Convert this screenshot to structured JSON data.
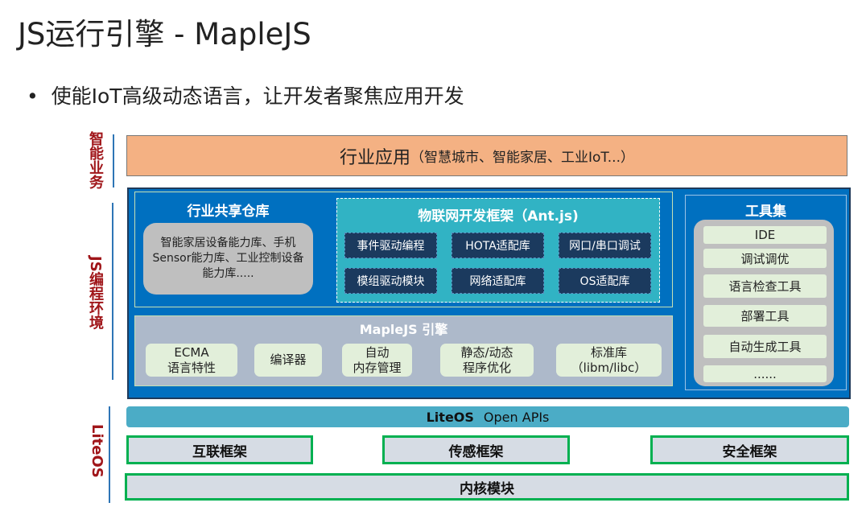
{
  "title": "JS运行引擎 - MapleJS",
  "bullet": "使能IoT高级动态语言，让开发者聚焦应用开发",
  "side_labels": {
    "business": "智能业务",
    "js_env": "JS编程环境",
    "liteos": "LiteOS"
  },
  "app_layer": {
    "main": "行业应用",
    "sub": "（智慧城市、智能家居、工业IoT...）"
  },
  "shared_repo": {
    "title": "行业共享仓库",
    "text": "智能家居设备能力库、手机Sensor能力库、工业控制设备能力库....."
  },
  "antjs": {
    "title": "物联网开发框架（Ant.js)",
    "items": [
      "事件驱动编程",
      "HOTA适配库",
      "网口/串口调试",
      "模组驱动模块",
      "网络适配库",
      "OS适配库"
    ]
  },
  "maplejs": {
    "title": "MapleJS 引擎",
    "items": [
      [
        "ECMA",
        "语言特性"
      ],
      [
        "编译器"
      ],
      [
        "自动",
        "内存管理"
      ],
      [
        "静态/动态",
        "程序优化"
      ],
      [
        "标准库",
        "（libm/libc）"
      ]
    ]
  },
  "tools": {
    "title": "工具集",
    "items": [
      "IDE",
      "调试调优",
      "语言检查工具",
      "部署工具",
      "自动生成工具",
      "......"
    ]
  },
  "liteos": {
    "bold": "LiteOS",
    "rest": "Open APIs",
    "frameworks": [
      "互联框架",
      "传感框架",
      "安全框架"
    ],
    "kernel": "内核模块"
  }
}
